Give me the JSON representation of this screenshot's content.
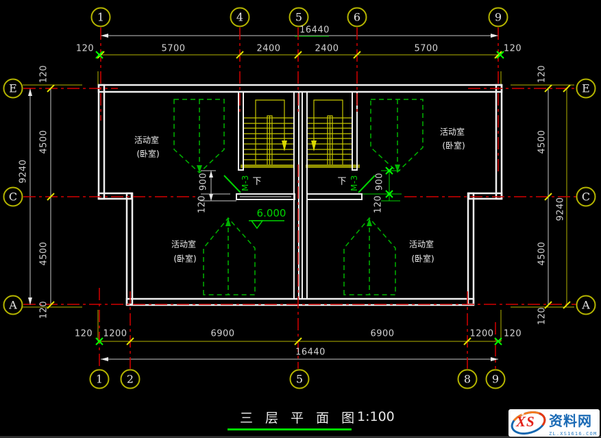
{
  "drawing": {
    "title": "三 层 平 面 图",
    "scale": "1:100",
    "level_marker": "6.000",
    "down_left": "下",
    "down_right": "下",
    "door_left": "M-3",
    "door_right": "M-3"
  },
  "grid": {
    "top": [
      "1",
      "4",
      "5",
      "6",
      "9"
    ],
    "bottom": [
      "1",
      "2",
      "5",
      "8",
      "9"
    ],
    "left": [
      "E",
      "C",
      "A"
    ],
    "right": [
      "E",
      "C",
      "A"
    ]
  },
  "dims": {
    "top": {
      "total": "16440",
      "segments": [
        "120",
        "5700",
        "2400",
        "2400",
        "5700",
        "120"
      ]
    },
    "bottom": {
      "total": "16440",
      "segments": [
        "120",
        "1200",
        "6900",
        "6900",
        "1200",
        "120"
      ]
    },
    "left": {
      "total": "9240",
      "segments": [
        "120",
        "4500",
        "4500",
        "120"
      ]
    },
    "right": {
      "total": "9240",
      "segments": [
        "120",
        "4500",
        "4500",
        "120"
      ]
    },
    "door_left": {
      "opening": "900",
      "wall": "120"
    },
    "door_right": {
      "opening": "900",
      "wall": "120"
    }
  },
  "rooms": {
    "upper_left": {
      "name": "活动室",
      "sub": "(卧室)"
    },
    "upper_right": {
      "name": "活动室",
      "sub": "(卧室)"
    },
    "lower_left": {
      "name": "活动室",
      "sub": "(卧室)"
    },
    "lower_right": {
      "name": "活动室",
      "sub": "(卧室)"
    }
  },
  "logo": {
    "monogram": "XS",
    "site_name": "资料网",
    "domain": "ZL.XS1616.COM"
  },
  "colors": {
    "grid_line": "#d40000",
    "dim_line": "#b4b400",
    "wall": "#f0f0f0",
    "stair": "#c8c800",
    "annotation_green": "#00d400",
    "furniture_green": "#00b400",
    "dim_text": "#d2d2d2"
  }
}
